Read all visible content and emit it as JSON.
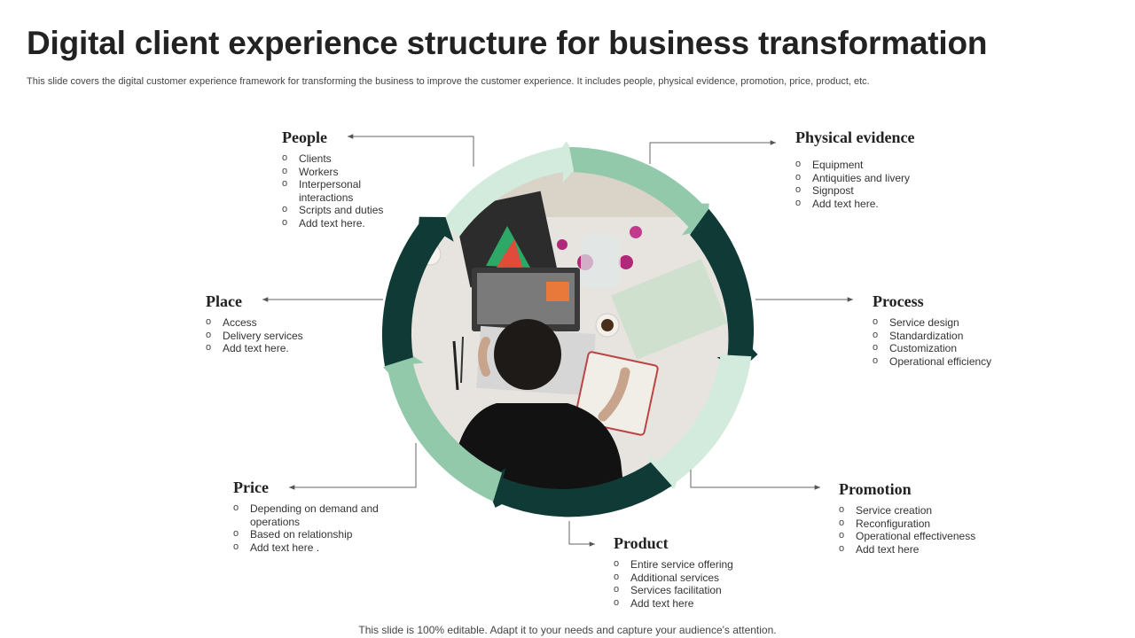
{
  "title": "Digital client experience structure for business transformation",
  "subtitle": "This slide covers the digital customer experience framework for transforming the business to improve the customer experience. It includes people, physical evidence, promotion, price, product, etc.",
  "footer": "This slide is 100% editable. Adapt it to your needs and capture your audience's attention.",
  "colors": {
    "dark_green": "#0f3a36",
    "mid_green": "#92c9ab",
    "light_green": "#d3ebdd"
  },
  "photo": {
    "description_icon": "person-working-on-laptop-photo"
  },
  "people": {
    "heading": "People",
    "items": [
      "Clients",
      "Workers",
      "Interpersonal interactions",
      "Scripts and duties",
      "Add text here."
    ]
  },
  "physical": {
    "heading": "Physical evidence",
    "items": [
      "Equipment",
      "Antiquities and livery",
      "Signpost",
      "Add text here."
    ]
  },
  "place": {
    "heading": "Place",
    "items": [
      "Access",
      "Delivery services",
      "Add text here."
    ]
  },
  "process": {
    "heading": "Process",
    "items": [
      "Service design",
      "Standardization",
      "Customization",
      "Operational efficiency"
    ]
  },
  "price": {
    "heading": "Price",
    "items": [
      "Depending on demand and operations",
      "Based on relationship",
      "Add text here ."
    ]
  },
  "promotion": {
    "heading": "Promotion",
    "items": [
      "Service creation",
      "Reconfiguration",
      "Operational effectiveness",
      "Add text here"
    ]
  },
  "product": {
    "heading": "Product",
    "items": [
      "Entire service offering",
      "Additional services",
      "Services facilitation",
      "Add text here"
    ]
  }
}
